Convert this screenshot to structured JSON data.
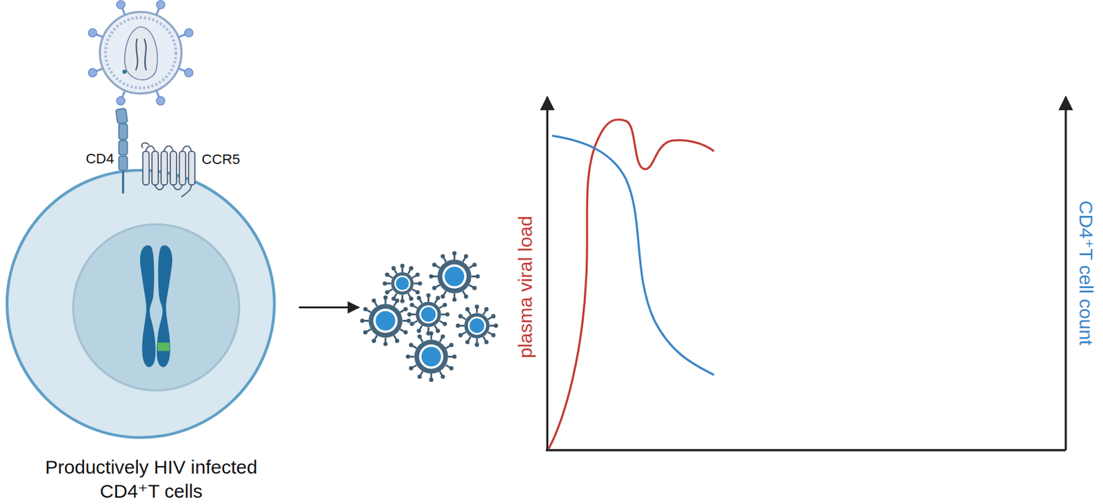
{
  "diagram": {
    "labels": [
      "CD4",
      "CCR5",
      "Productively HIV infected CD4⁺T cells",
      "plasma viral load",
      "CD4⁺T cell count"
    ]
  }
}
